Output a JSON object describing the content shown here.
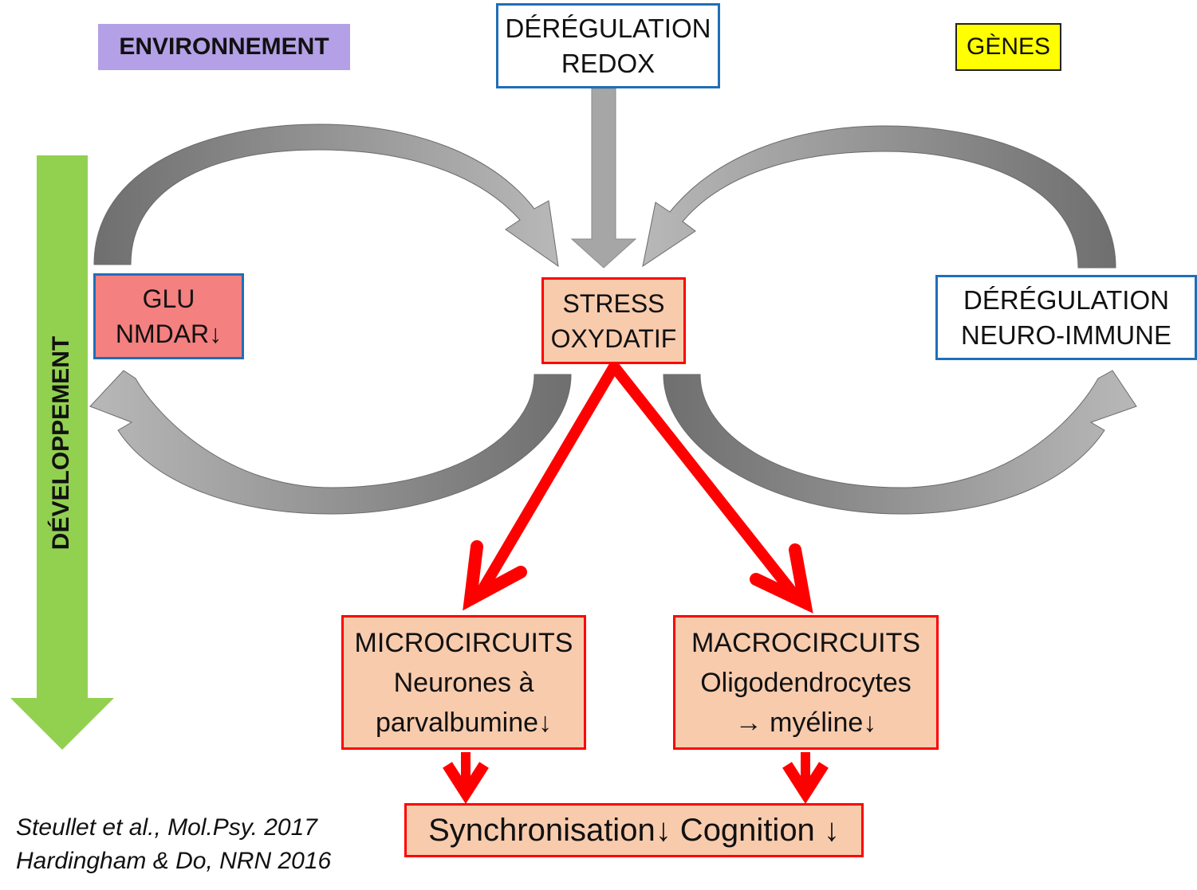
{
  "labels": {
    "environnement": "ENVIRONNEMENT",
    "genes": "GÈNES",
    "developpement": "DÉVELOPPEMENT"
  },
  "boxes": {
    "deregulation_redox": {
      "line1": "DÉRÉGULATION",
      "line2": "REDOX"
    },
    "glu_nmdar": {
      "line1": "GLU",
      "line2": "NMDAR↓"
    },
    "stress_oxydatif": {
      "line1": "STRESS",
      "line2": "OXYDATIF"
    },
    "deregulation_neuro_immune": {
      "line1": "DÉRÉGULATION",
      "line2": "NEURO-IMMUNE"
    },
    "microcircuits": {
      "line1": "MICROCIRCUITS",
      "line2": "Neurones à",
      "line3": "parvalbumine↓"
    },
    "macrocircuits": {
      "line1": "MACROCIRCUITS",
      "line2": "Oligodendrocytes",
      "line3": "→ myéline↓"
    },
    "synchronisation": {
      "text": "Synchronisation↓ Cognition ↓"
    }
  },
  "references": {
    "ref1": "Steullet et al., Mol.Psy. 2017",
    "ref2": "Hardingham & Do, NRN 2016"
  },
  "colors": {
    "environnement_bg": "#b4a0e6",
    "genes_bg": "#ffff00",
    "blue_border": "#1f6fb8",
    "red": "#ff0000",
    "peach": "#f8cbad",
    "glu_bg": "#f48080",
    "green_arrow": "#92d050",
    "gray_arrow": "#a6a6a6",
    "dark_gray_arrow": "#808080"
  }
}
